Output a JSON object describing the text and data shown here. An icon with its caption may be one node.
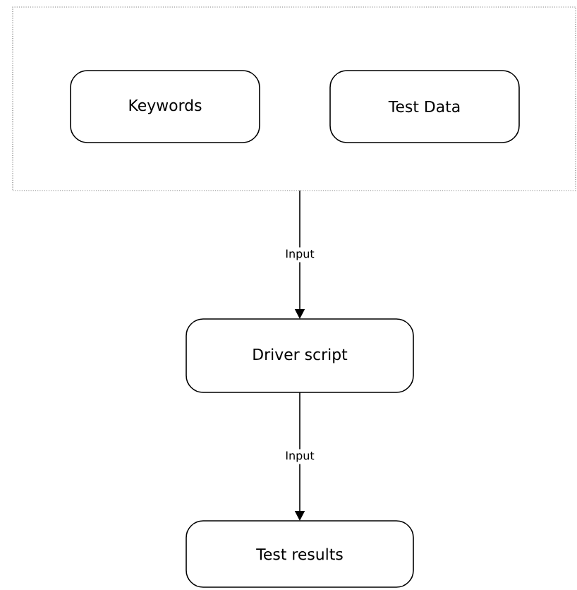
{
  "diagram": {
    "nodes": [
      {
        "text": [],
        "shape": "box"
      },
      {
        "text": [
          "Keywords"
        ],
        "in": 0
      },
      {
        "text": [
          "Test Data"
        ],
        "in": 0
      },
      {
        "text": [
          "Driver script"
        ]
      },
      {
        "text": [
          "Test results"
        ]
      }
    ],
    "edges": [
      {
        "from": 0,
        "to": 3,
        "arrow": "to",
        "label": "Input"
      },
      {
        "from": 3,
        "to": 4,
        "arrow": "to",
        "label": "Input"
      }
    ]
  }
}
